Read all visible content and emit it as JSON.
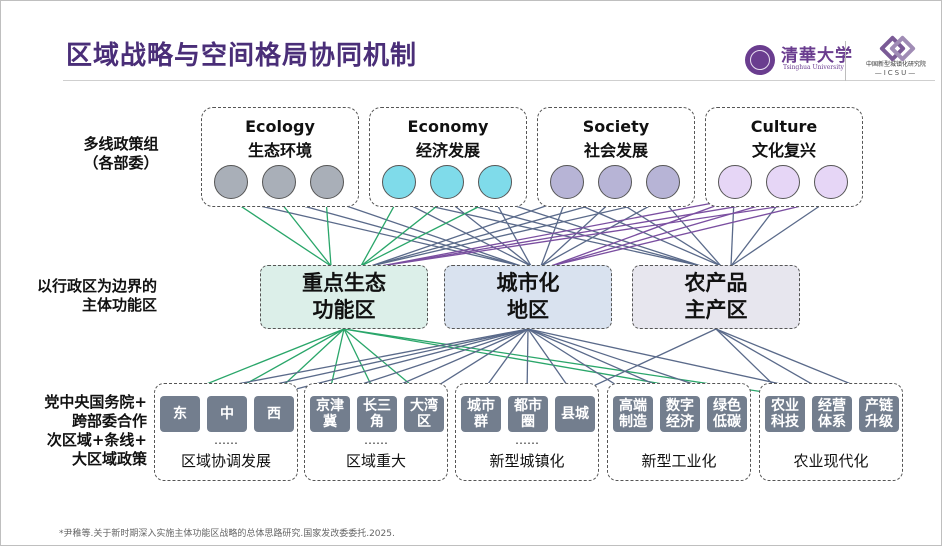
{
  "title": "区域战略与空间格局协同机制",
  "logo": {
    "university_cn": "清華大学",
    "university_en": "Tsinghua University",
    "institute_cn": "中国新型城镇化研究院",
    "institute_en": "—ICSU—"
  },
  "labels": {
    "groups": "多线政策组\n（各部委）",
    "zones": "以行政区为边界的\n主体功能区",
    "policy": "党中央国务院+\n跨部委合作\n次区域+条线+\n大区域政策"
  },
  "colors": {
    "title": "#4a2e78",
    "ecology_circle": "#a9afb8",
    "economy_circle": "#7fdbea",
    "society_circle": "#b7b4d6",
    "culture_circle": "#e6d6f6",
    "zone_eco_fill": "#dcefe9",
    "zone_city_fill": "#d9e2ef",
    "zone_agri_fill": "#e7e6ee",
    "line_green": "#2aa66a",
    "line_slate": "#5a6a8a",
    "line_purple": "#7a4ea0",
    "item_fill": "#737e8e"
  },
  "policy_groups": [
    {
      "en": "Ecology",
      "cn": "生态环境"
    },
    {
      "en": "Economy",
      "cn": "经济发展"
    },
    {
      "en": "Society",
      "cn": "社会发展"
    },
    {
      "en": "Culture",
      "cn": "文化复兴"
    }
  ],
  "zones": [
    {
      "label": "重点生态\n功能区"
    },
    {
      "label": "城市化\n地区"
    },
    {
      "label": "农产品\n主产区"
    }
  ],
  "policies": [
    {
      "items": [
        "东",
        "中",
        "西"
      ],
      "dots": "……",
      "label": "区域协调发展"
    },
    {
      "items": [
        "京津\n冀",
        "长三\n角",
        "大湾\n区"
      ],
      "dots": "……",
      "label": "区域重大"
    },
    {
      "items": [
        "城市\n群",
        "都市\n圈",
        "县城"
      ],
      "dots": "……",
      "label": "新型城镇化"
    },
    {
      "items": [
        "高端\n制造",
        "数字\n经济",
        "绿色\n低碳"
      ],
      "dots": "",
      "label": "新型工业化"
    },
    {
      "items": [
        "农业\n科技",
        "经营\n体系",
        "产链\n升级"
      ],
      "dots": "",
      "label": "农业现代化"
    }
  ],
  "footnote": "*尹稚等.关于新时期深入实施主体功能区战略的总体思路研究.国家发改委委托.2025."
}
